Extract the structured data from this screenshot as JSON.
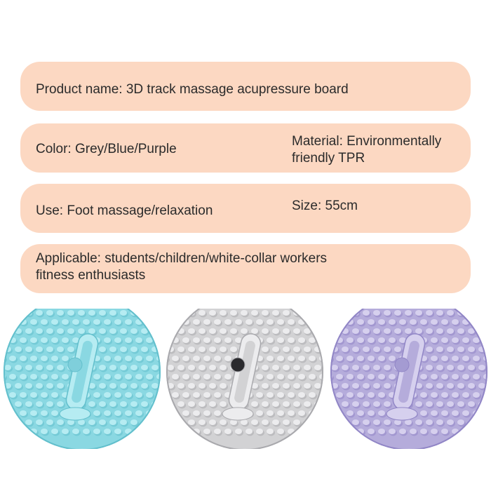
{
  "specs": {
    "product_name": "Product name: 3D track massage acupressure board",
    "color": "Color: Grey/Blue/Purple",
    "material_line1": "Material: Environmentally",
    "material_line2": "friendly TPR",
    "use": "Use: Foot massage/relaxation",
    "size": "Size: 55cm",
    "applicable_line1": "Applicable: students/children/white-collar workers",
    "applicable_line2": "fitness enthusiasts"
  },
  "products": [
    {
      "variant": "blue-mat",
      "base": "#8ad8e2",
      "dark": "#62bfcc",
      "light": "#b6ecf2",
      "ball": "#7fcfdb"
    },
    {
      "variant": "grey-mat",
      "base": "#d2d2d4",
      "dark": "#a9a9ad",
      "light": "#ececee",
      "ball": "#2a2a2e"
    },
    {
      "variant": "purple-mat",
      "base": "#b5acdb",
      "dark": "#9186c6",
      "light": "#d6d0ee",
      "ball": "#a49bd2"
    }
  ]
}
